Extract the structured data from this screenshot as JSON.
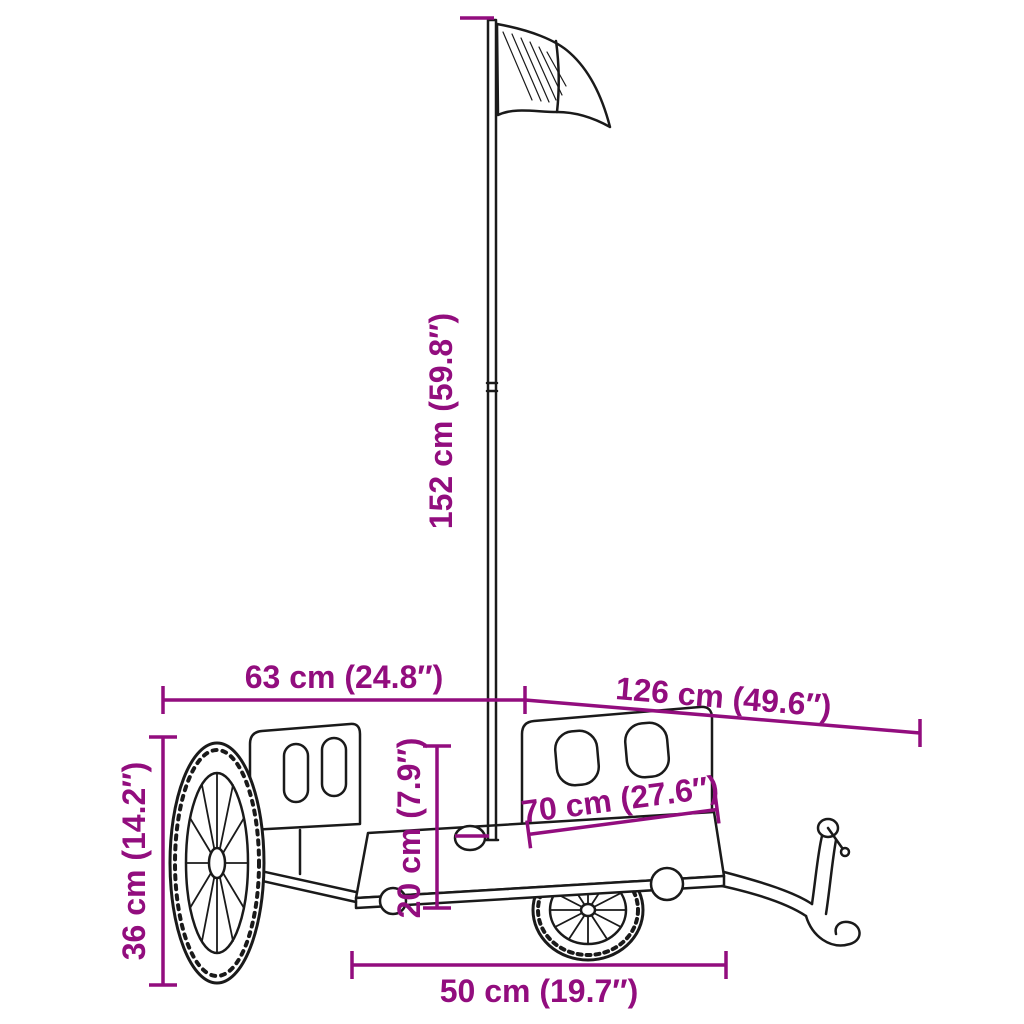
{
  "page": {
    "background": "#ffffff"
  },
  "diagram": {
    "kind": "product-dimension-line-drawing",
    "subject": "bicycle cargo trailer with flag pole and safety flag",
    "stroke_color": "#1a1a1a",
    "dimension_color": "#920d7e"
  },
  "dimensions": {
    "pole_height": {
      "label": "152 cm (59.8″)",
      "orientation": "vertical"
    },
    "rear_width": {
      "label": "63 cm (24.8″)",
      "orientation": "horizontal"
    },
    "total_length": {
      "label": "126 cm (49.6″)",
      "orientation": "horizontal"
    },
    "wheel_height": {
      "label": "36 cm (14.2″)",
      "orientation": "vertical"
    },
    "panel_height": {
      "label": "20 cm (7.9″)",
      "orientation": "vertical"
    },
    "bed_width": {
      "label": "70 cm (27.6″)",
      "orientation": "horizontal"
    },
    "bed_length": {
      "label": "50 cm (19.7″)",
      "orientation": "horizontal"
    }
  }
}
